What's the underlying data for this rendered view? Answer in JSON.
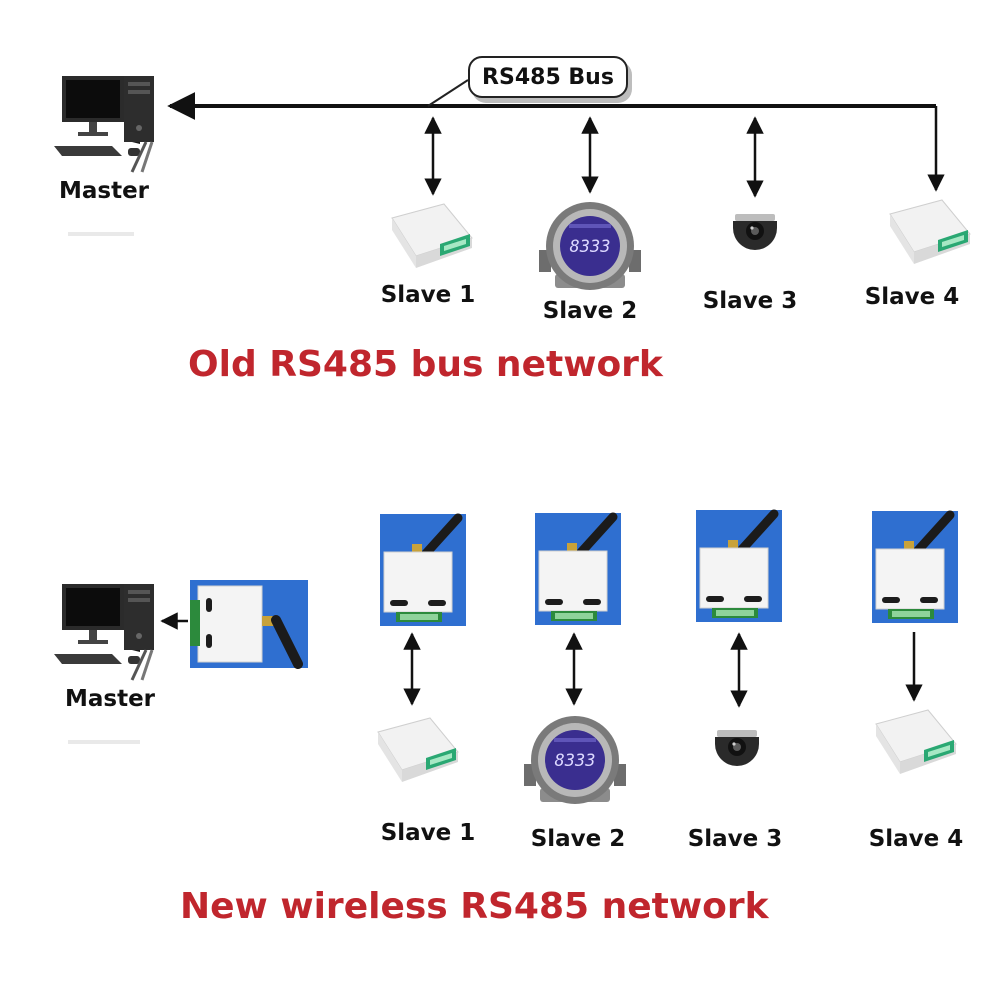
{
  "top": {
    "bus_label": "RS485 Bus",
    "master_label": "Master",
    "slaves": [
      "Slave 1",
      "Slave 2",
      "Slave 3",
      "Slave 4"
    ],
    "title": "Old RS485 bus network"
  },
  "bottom": {
    "master_label": "Master",
    "slaves": [
      "Slave 1",
      "Slave 2",
      "Slave 3",
      "Slave 4"
    ],
    "title": "New wireless RS485 network"
  },
  "colors": {
    "title": "#c0262d",
    "line": "#111111",
    "module_bg": "#2f6fd0",
    "lcd": "#3a2e8f"
  },
  "icons": [
    "computer-icon",
    "scale-icon",
    "display-meter-icon",
    "dome-camera-icon",
    "radio-module-icon"
  ]
}
